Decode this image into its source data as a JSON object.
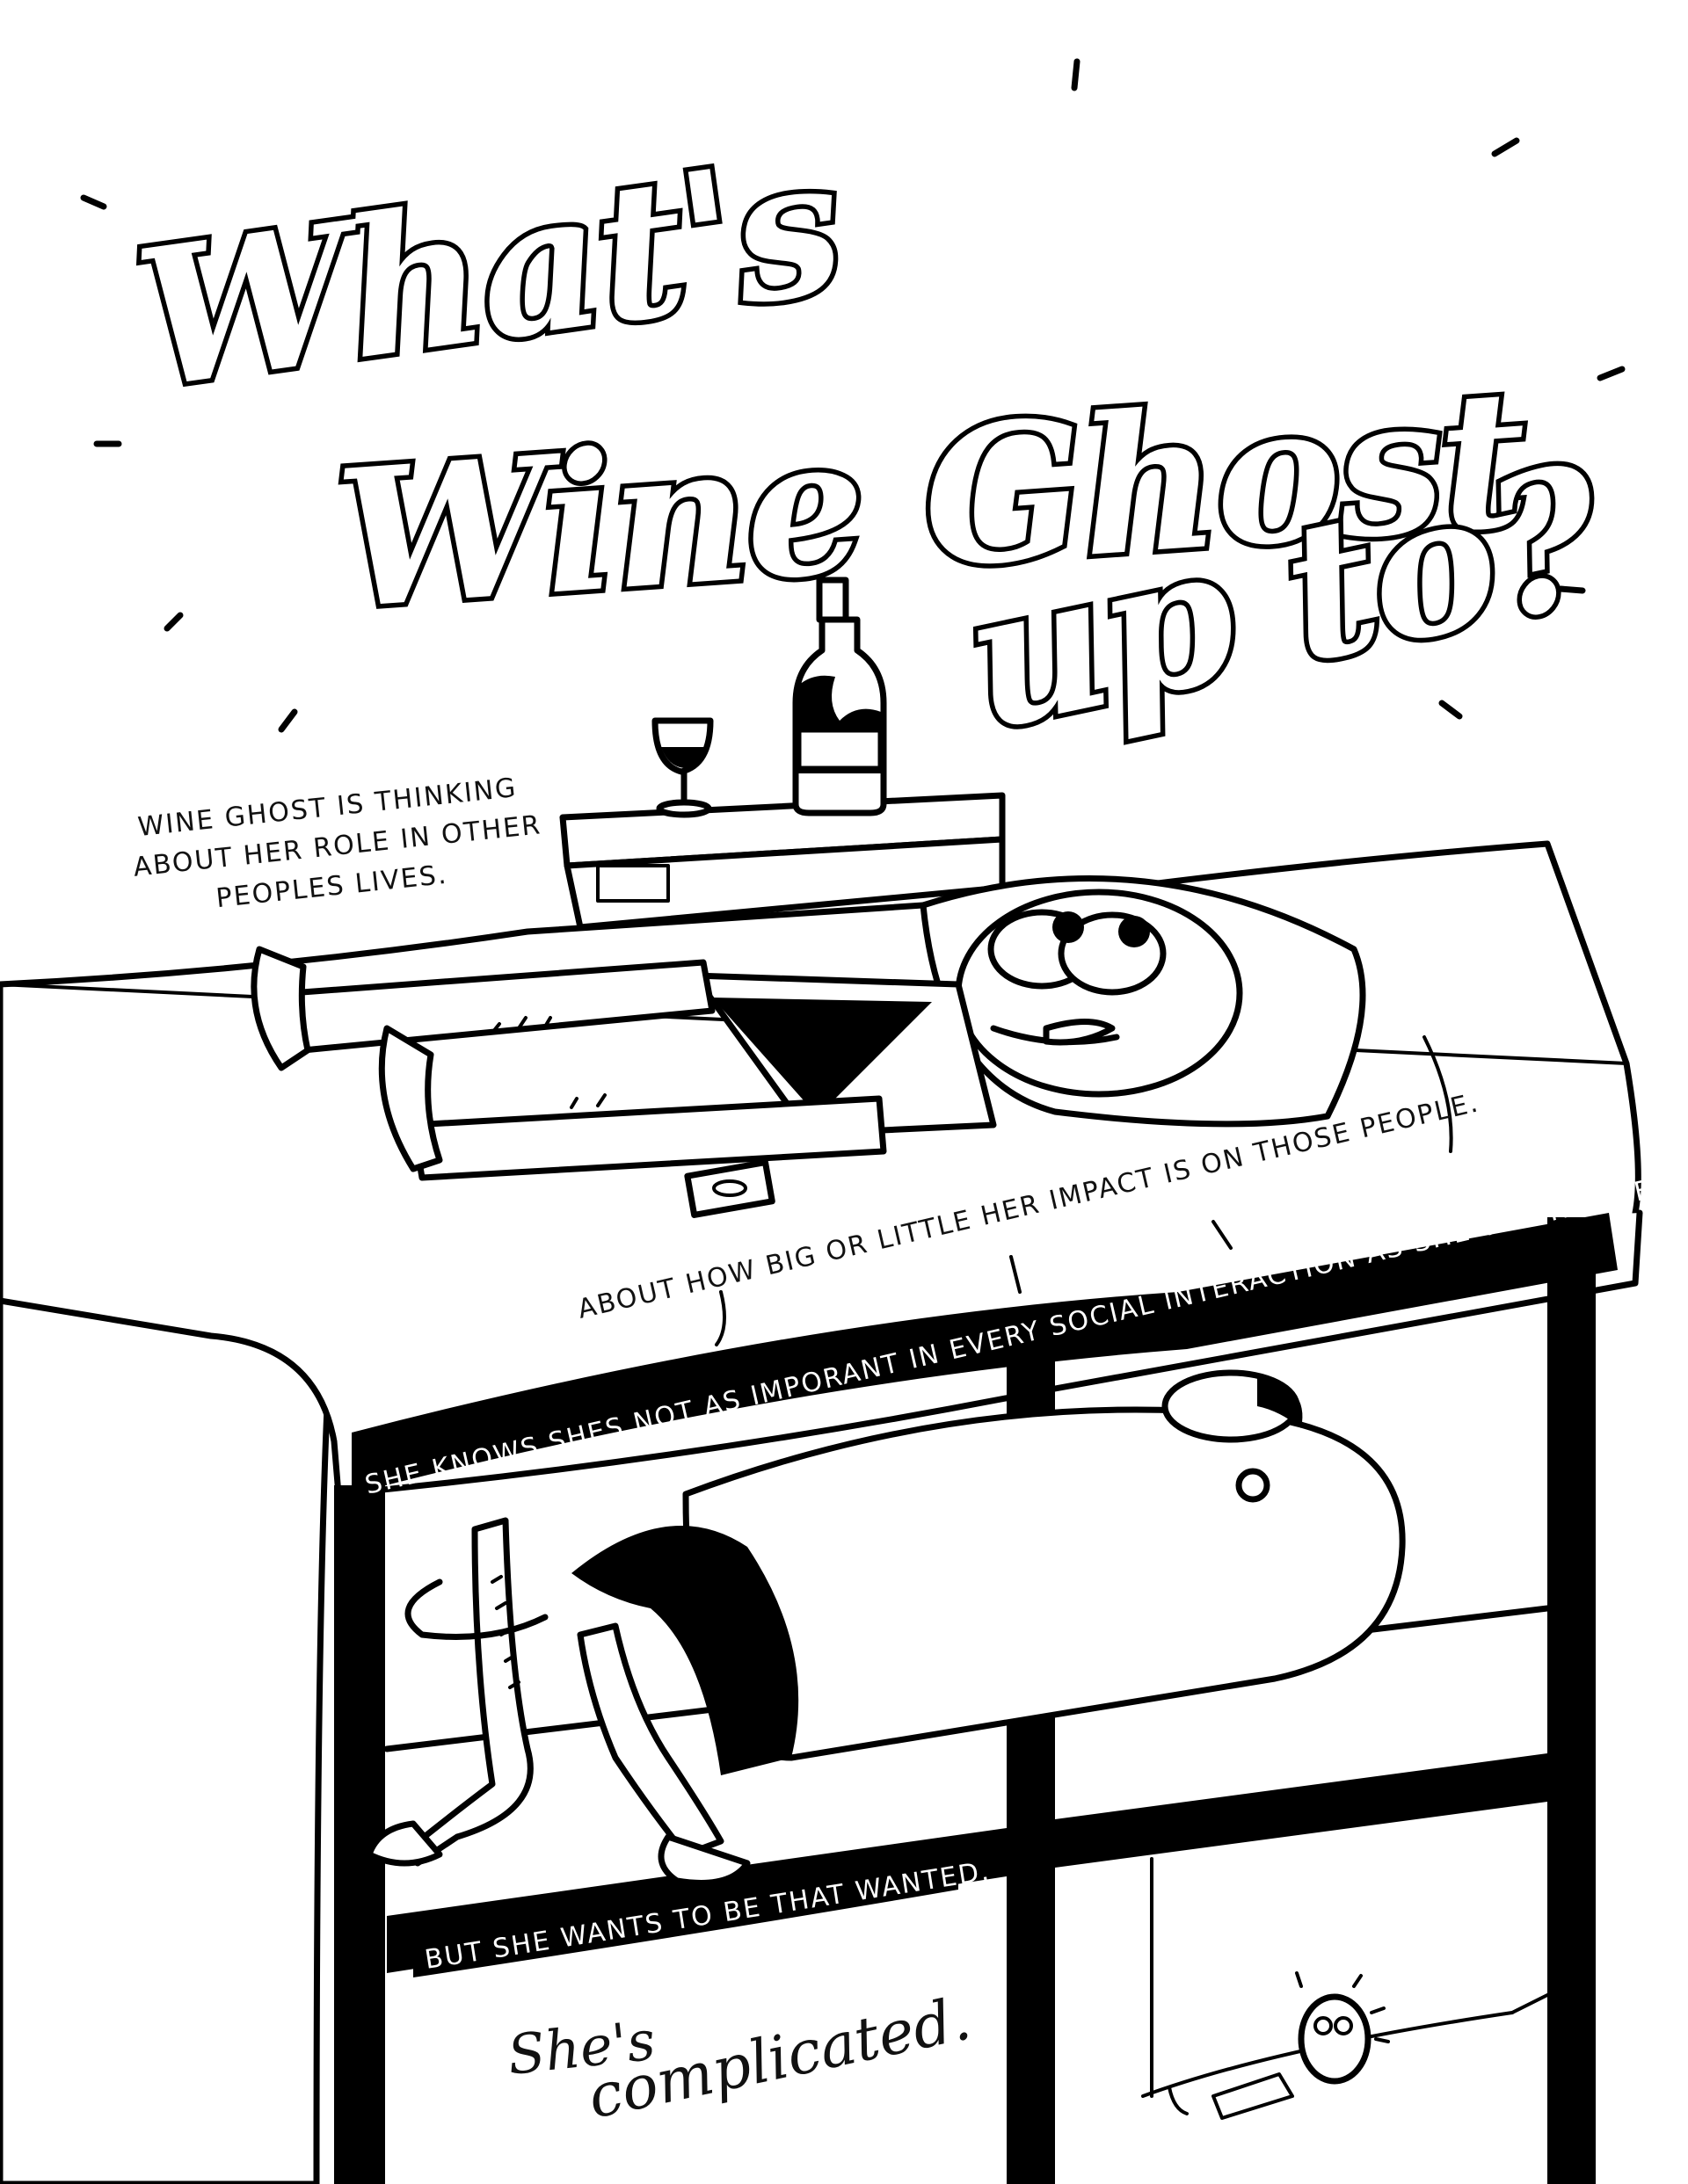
{
  "title": {
    "line1": "What's",
    "line2": "Wine Ghost",
    "line3": "up to?"
  },
  "captions": {
    "thinking_line1": "WINE GHOST IS THINKING",
    "thinking_line2": "ABOUT HER ROLE IN OTHER",
    "thinking_line3": "PEOPLES LIVES.",
    "impact_line1": "ABOUT HOW BIG OR LITTLE HER IMPACT IS ON THOSE PEOPLE.",
    "knows": "SHE KNOWS SHES NOT AS IMPORANT IN EVERY SOCIAL INTERACTION AS SHE THINKS SHE IS.",
    "wants": "BUT SHE WANTS TO BE THAT WANTED.",
    "complicated_1": "She's",
    "complicated_2": "complicated."
  },
  "colors": {
    "ink": "#000000",
    "paper": "#ffffff"
  }
}
